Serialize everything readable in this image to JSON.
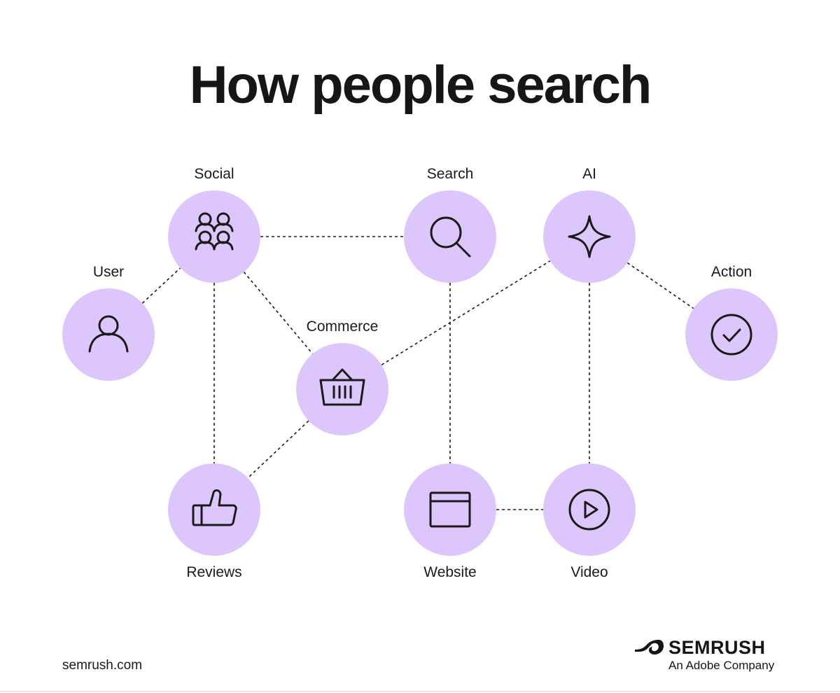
{
  "title": "How people search",
  "colors": {
    "node_fill": "#dcc6fb",
    "icon_stroke": "#1a1a1a",
    "connector": "#1a1a1a"
  },
  "nodes": [
    {
      "id": "user",
      "label": "User",
      "icon": "user-icon"
    },
    {
      "id": "social",
      "label": "Social",
      "icon": "group-icon"
    },
    {
      "id": "commerce",
      "label": "Commerce",
      "icon": "basket-icon"
    },
    {
      "id": "reviews",
      "label": "Reviews",
      "icon": "thumbs-up-icon"
    },
    {
      "id": "search",
      "label": "Search",
      "icon": "search-icon"
    },
    {
      "id": "website",
      "label": "Website",
      "icon": "browser-window-icon"
    },
    {
      "id": "ai",
      "label": "AI",
      "icon": "sparkle-icon"
    },
    {
      "id": "video",
      "label": "Video",
      "icon": "play-icon"
    },
    {
      "id": "action",
      "label": "Action",
      "icon": "check-circle-icon"
    }
  ],
  "edges": [
    [
      "user",
      "social"
    ],
    [
      "social",
      "search"
    ],
    [
      "social",
      "reviews"
    ],
    [
      "social",
      "commerce"
    ],
    [
      "commerce",
      "reviews"
    ],
    [
      "commerce",
      "ai"
    ],
    [
      "search",
      "website"
    ],
    [
      "ai",
      "video"
    ],
    [
      "ai",
      "action"
    ],
    [
      "website",
      "video"
    ]
  ],
  "footer": {
    "url": "semrush.com",
    "brand_name": "SEMRUSH",
    "brand_tagline": "An Adobe Company"
  }
}
